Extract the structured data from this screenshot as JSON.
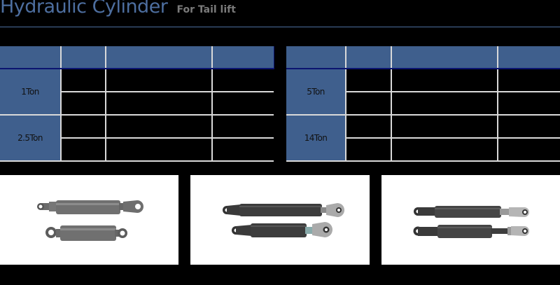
{
  "header": {
    "title": "Hydraulic Cylinder",
    "subtitle": "For Tail lift"
  },
  "colors": {
    "title_blue": "#4d6e9f",
    "header_cell": "#3f5f8d",
    "grid_line": "#d9d9d9",
    "background": "#000000"
  },
  "tables": [
    {
      "headers": [
        "",
        "",
        "",
        ""
      ],
      "groups": [
        {
          "capacity": "1Ton",
          "rows": [
            [
              "",
              "",
              ""
            ],
            [
              "",
              "",
              ""
            ]
          ]
        },
        {
          "capacity": "2.5Ton",
          "rows": [
            [
              "",
              "",
              ""
            ],
            [
              "",
              "",
              ""
            ]
          ]
        }
      ]
    },
    {
      "headers": [
        "",
        "",
        "",
        ""
      ],
      "groups": [
        {
          "capacity": "5Ton",
          "rows": [
            [
              "",
              "",
              ""
            ],
            [
              "",
              "",
              ""
            ]
          ]
        },
        {
          "capacity": "14Ton",
          "rows": [
            [
              "",
              "",
              ""
            ],
            [
              "",
              "",
              ""
            ]
          ]
        }
      ]
    }
  ],
  "photos": [
    {
      "alt": "hydraulic-cylinder-pair-grey"
    },
    {
      "alt": "hydraulic-cylinder-pair-dark-with-rod-eyes"
    },
    {
      "alt": "hydraulic-cylinder-pair-dark-long"
    }
  ]
}
